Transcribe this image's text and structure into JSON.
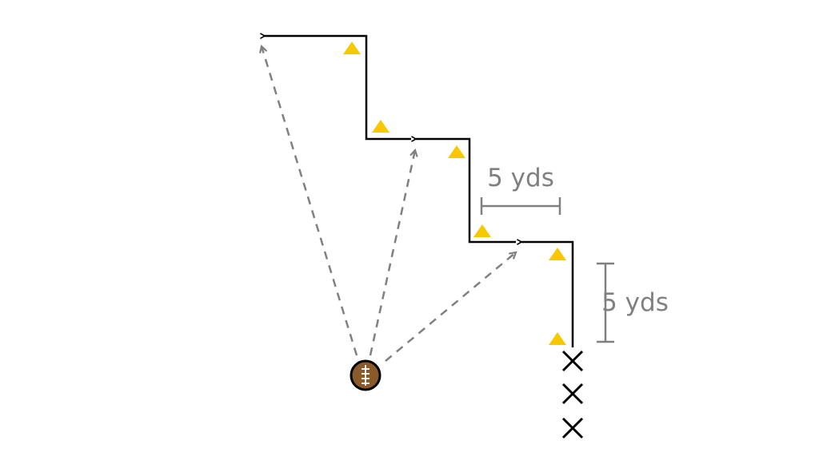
{
  "diagram": {
    "labels": {
      "horizontal_distance": "5 yds",
      "vertical_distance": "5 yds"
    },
    "colors": {
      "route": "#000000",
      "pass": "#808080",
      "cone": "#f5c800",
      "ball": "#8b5a2b",
      "measure": "#808080"
    },
    "icons": {
      "ball": "football-icon",
      "player": "x-marker-icon",
      "cone": "cone-triangle-icon"
    },
    "players_count": 3,
    "cones_count": 6,
    "passes_count": 3
  }
}
